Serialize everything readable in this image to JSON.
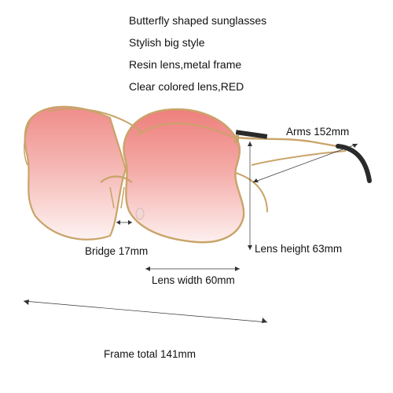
{
  "features": [
    "Butterfly shaped sunglasses",
    "Stylish big style",
    "Resin lens,metal frame",
    "Clear colored lens,RED"
  ],
  "dimensions": {
    "arms": "Arms 152mm",
    "bridge": "Bridge 17mm",
    "lens_height": "Lens height 63mm",
    "lens_width": "Lens width 60mm",
    "frame_total": "Frame total 141mm"
  },
  "colors": {
    "lens_top": "#f08a86",
    "lens_bottom": "#fbe7e6",
    "frame_gold": "#c9a46a",
    "arm_tip": "#2a2a2a",
    "text": "#111111"
  }
}
